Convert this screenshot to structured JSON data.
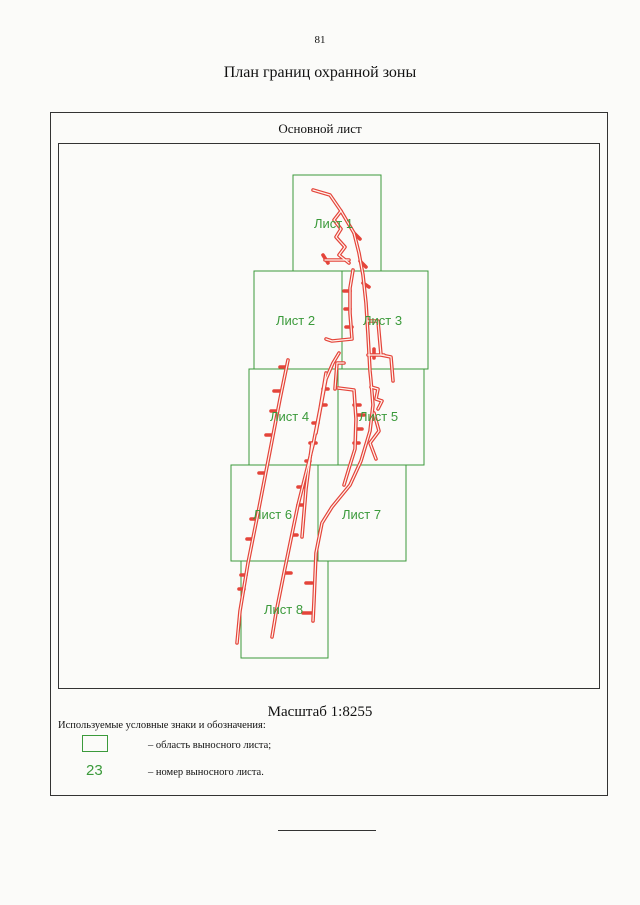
{
  "page_number": "81",
  "title": "План границ охранной зоны",
  "sheet_caption": "Основной лист",
  "scale": "Масштаб 1:8255",
  "legend": {
    "heading": "Используемые условные знаки и обозначения:",
    "area_text": "– область выносного листа;",
    "number_sample": "23",
    "number_text": "– номер выносного листа."
  },
  "sheets": [
    {
      "label": "Лист 1"
    },
    {
      "label": "Лист 2"
    },
    {
      "label": "Лист 3"
    },
    {
      "label": "Лист 4"
    },
    {
      "label": "Лист 5"
    },
    {
      "label": "Лист 6"
    },
    {
      "label": "Лист 7"
    },
    {
      "label": "Лист 8"
    }
  ],
  "colors": {
    "sheet_boundary": "#3b9a3b",
    "protected_zone_outline": "#e4443a"
  }
}
